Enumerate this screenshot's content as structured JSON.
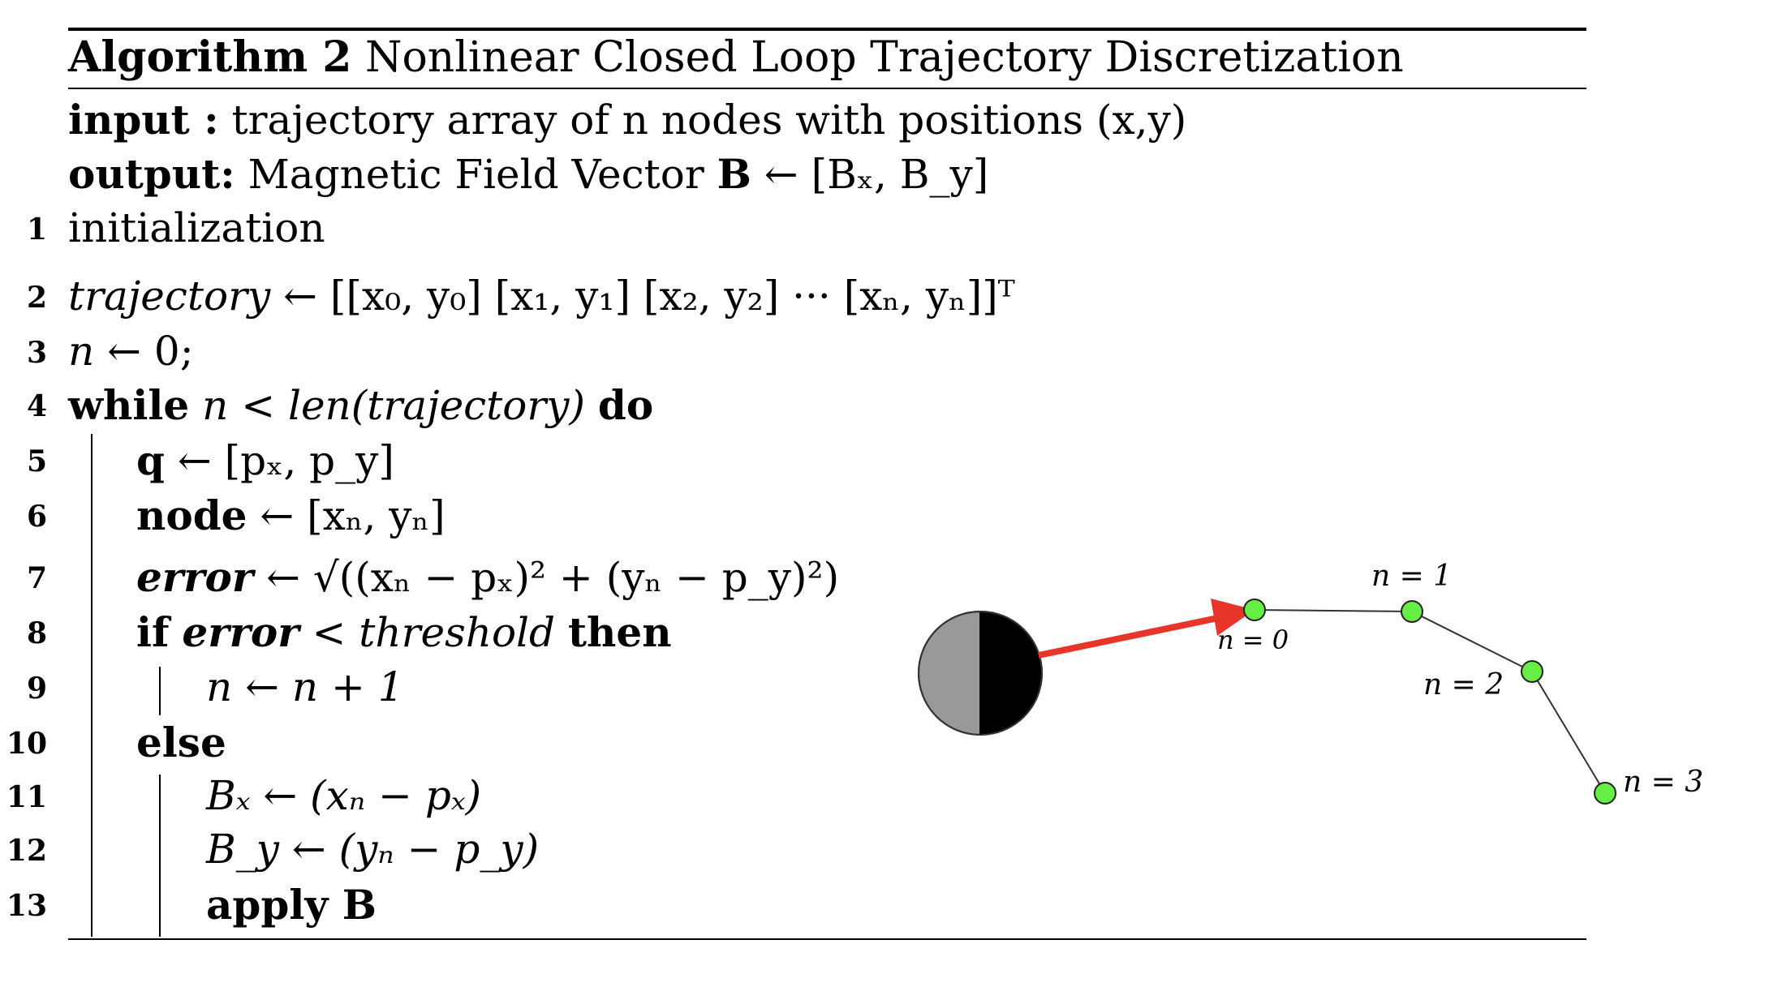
{
  "algorithm": {
    "label": "Algorithm 2",
    "title": "Nonlinear Closed Loop Trajectory Discretization",
    "input_kw": "input",
    "input_sep": "  :",
    "input_text": " trajectory array of n nodes with positions (x,y)",
    "output_kw": "output:",
    "output_text": " Magnetic Field Vector ",
    "output_vec": "B",
    "output_rhs": " ← [Bₓ, B_y]",
    "lines": [
      {
        "num": "1",
        "text": "initialization"
      },
      {
        "num": "2",
        "var": "trajectory",
        "text": " ← [[x₀, y₀]  [x₁, y₁]  [x₂, y₂]  ···  [xₙ, yₙ]]ᵀ"
      },
      {
        "num": "3",
        "var": "n",
        "text": " ← 0;"
      },
      {
        "num": "4",
        "kw1": "while",
        "mid": " n < len(trajectory) ",
        "kw2": "do"
      },
      {
        "num": "5",
        "var": "q",
        "text": " ← [pₓ, p_y]"
      },
      {
        "num": "6",
        "var": "node",
        "text": " ← [xₙ, yₙ]"
      },
      {
        "num": "7",
        "var": "error",
        "text": " ← √((xₙ − pₓ)² + (yₙ − p_y)²)"
      },
      {
        "num": "8",
        "kw1": "if",
        "var": "error",
        "mid": " < threshold ",
        "kw2": "then"
      },
      {
        "num": "9",
        "text": "n ← n + 1"
      },
      {
        "num": "10",
        "text": "else"
      },
      {
        "num": "11",
        "text": "Bₓ ← (xₙ − pₓ)"
      },
      {
        "num": "12",
        "text": "B_y ← (yₙ − p_y)"
      },
      {
        "num": "13",
        "kw1": "apply",
        "var": "B"
      }
    ]
  },
  "diagram": {
    "node_labels": [
      "n = 0",
      "n = 1",
      "n = 2",
      "n = 3"
    ],
    "colors": {
      "node_fill": "#66ee44",
      "arrow": "#e8352a",
      "magnet_light": "#999999",
      "magnet_dark": "#000000",
      "path": "#333333"
    }
  }
}
